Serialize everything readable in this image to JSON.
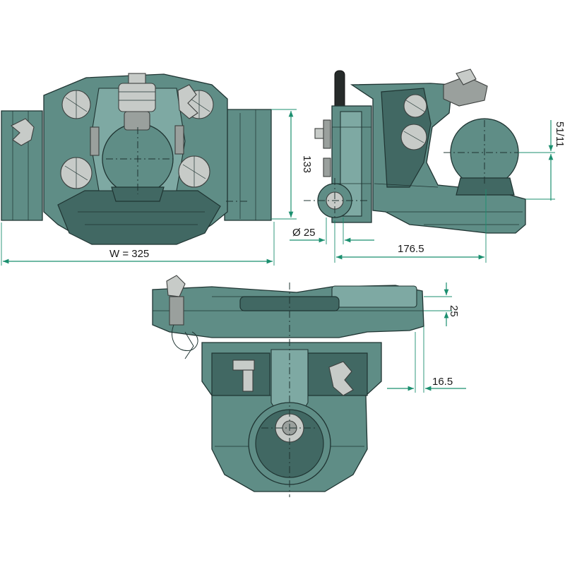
{
  "dimensions": {
    "width": "W = 325",
    "height": "133",
    "diameter": "Ø 25",
    "depth": "176.5",
    "ball": "51/11",
    "offset_vertical": "25",
    "offset_horizontal": "16.5"
  },
  "colors": {
    "body": "#5f8d86",
    "dimension_lines": "#1b8f6f"
  }
}
